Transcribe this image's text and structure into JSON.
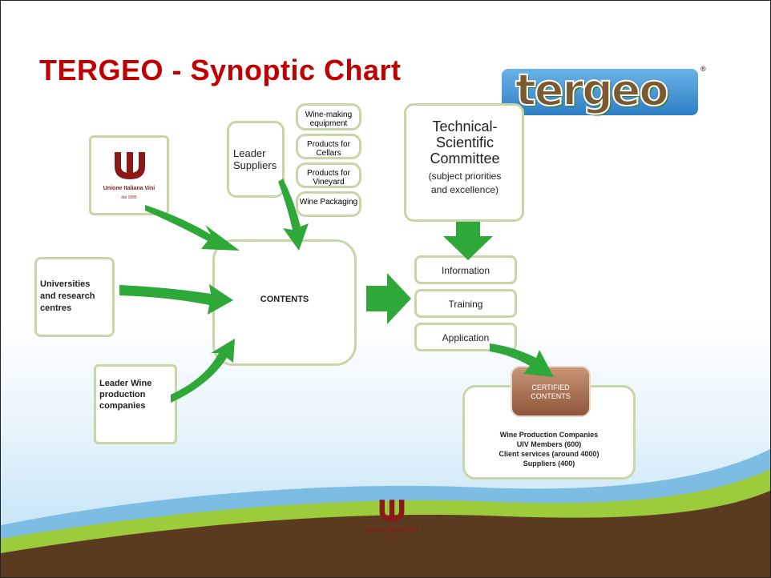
{
  "title": "TERGEO - Synoptic Chart",
  "logo": {
    "text": "tergeo",
    "reg_mark": "®"
  },
  "uiv_logo": {
    "mark": "UIV",
    "name": "Unione Italiana Vini",
    "since": "dal 1895"
  },
  "suppliers": {
    "label": "Leader Suppliers",
    "items": [
      "Wine-making equipment",
      "Products for Cellars",
      "Products for Vineyard",
      "Wine Packaging"
    ]
  },
  "committee": {
    "title": "Technical-Scientific Committee",
    "subtitle": "(subject priorities and excellence)"
  },
  "universities": "Universities and research centres",
  "wine_companies": "Leader Wine production companies",
  "contents": "CONTENTS",
  "outputs": [
    "Information",
    "Training",
    "Application"
  ],
  "certified": {
    "badge": "CERTIFIED CONTENTS",
    "lines": [
      "Wine Production Companies",
      "UIV Members (600)",
      "Client services (around 4000)",
      "Suppliers (400)"
    ]
  },
  "colors": {
    "title": "#c00000",
    "arrow": "#2fa83a",
    "box_border": "#c8d5a6",
    "badge": "#a56c45"
  }
}
